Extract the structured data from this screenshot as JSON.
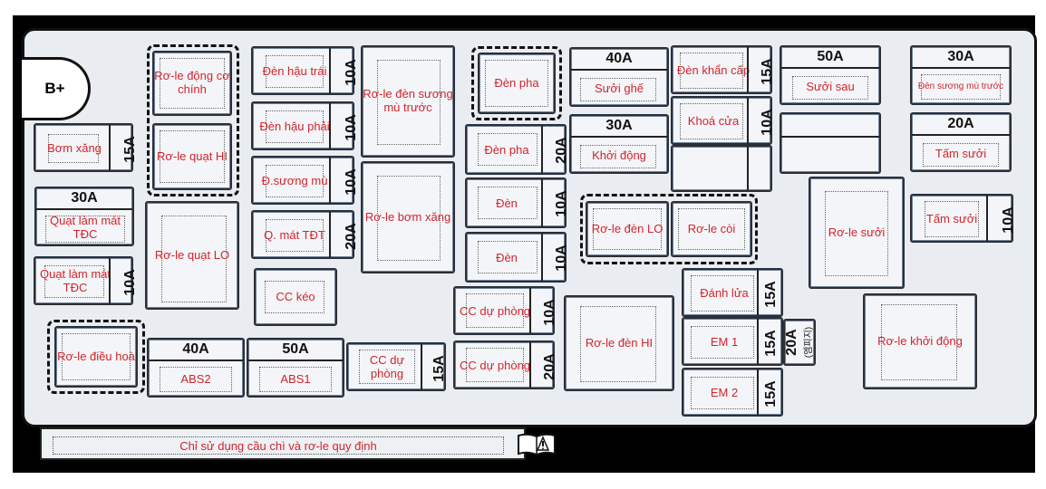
{
  "terminal": "B+",
  "footer": "Chỉ sử dụng cầu chì và rơ-le quy định",
  "fuses": {
    "bom_xang": {
      "label": "Bơm xăng",
      "rating": "15A"
    },
    "quat_tdc_30": {
      "label": "Quạt làm mát TĐC",
      "rating": "30A"
    },
    "quat_tdc_10": {
      "label": "Quạt làm mát TĐC",
      "rating": "10A"
    },
    "abs2": {
      "label": "ABS2",
      "rating": "40A"
    },
    "abs1": {
      "label": "ABS1",
      "rating": "50A"
    },
    "den_hau_trai": {
      "label": "Đèn hậu trái",
      "rating": "10A"
    },
    "den_hau_phai": {
      "label": "Đèn hậu phải",
      "rating": "10A"
    },
    "d_suong_mu": {
      "label": "Đ.sương mù",
      "rating": "10A"
    },
    "q_mat_tdt": {
      "label": "Q. mát TĐT",
      "rating": "20A"
    },
    "cc_keo": {
      "label": "CC kéo",
      "rating": ""
    },
    "cc_du_phong_1": {
      "label": "CC dự phòng",
      "rating": "15A"
    },
    "den_pha_20": {
      "label": "Đèn pha",
      "rating": "20A"
    },
    "den_1": {
      "label": "Đèn",
      "rating": "10A"
    },
    "den_2": {
      "label": "Đèn",
      "rating": "10A"
    },
    "cc_du_phong_2": {
      "label": "CC dự phòng",
      "rating": "10A"
    },
    "cc_du_phong_3": {
      "label": "CC dự phòng",
      "rating": "20A"
    },
    "suoi_ghe": {
      "label": "Sưởi ghế",
      "rating": "40A"
    },
    "khoi_dong": {
      "label": "Khởi động",
      "rating": "30A"
    },
    "den_khan_cap": {
      "label": "Đèn khẩn cấp",
      "rating": "15A"
    },
    "khoa_cua": {
      "label": "Khoá cửa",
      "rating": "10A"
    },
    "danh_lua": {
      "label": "Đánh lửa",
      "rating": "15A"
    },
    "em1": {
      "label": "EM 1",
      "rating": "15A"
    },
    "em2": {
      "label": "EM 2",
      "rating": "15A"
    },
    "em_note": {
      "rating": "20A",
      "note": "(엠피지)"
    },
    "suoi_sau": {
      "label": "Sưởi sau",
      "rating": "50A"
    },
    "den_suong_mu_truoc": {
      "label": "Đèn sương mù trước",
      "rating": "30A"
    },
    "tam_suoi_20": {
      "label": "Tấm sưởi",
      "rating": "20A"
    },
    "tam_suoi_10": {
      "label": "Tấm sưởi",
      "rating": "10A"
    }
  },
  "relays": {
    "dong_co_chinh": "Rơ-le động cơ chính",
    "quat_hi": "Rơ-le quạt HI",
    "quat_lo": "Rơ-le quạt LO",
    "dieu_hoa": "Rơ-le điều hoà",
    "den_suong_mu_truoc": "Rơ-le đèn sương mù trước",
    "bom_xang": "Rơ-le bơm xăng",
    "den_pha": "Đèn pha",
    "den_lo": "Rơ-le đèn LO",
    "coi": "Rơ-le còi",
    "den_hi": "Rơ-le đèn HI",
    "suoi": "Rơ-le sưởi",
    "khoi_dong": "Rơ-le khởi động"
  }
}
